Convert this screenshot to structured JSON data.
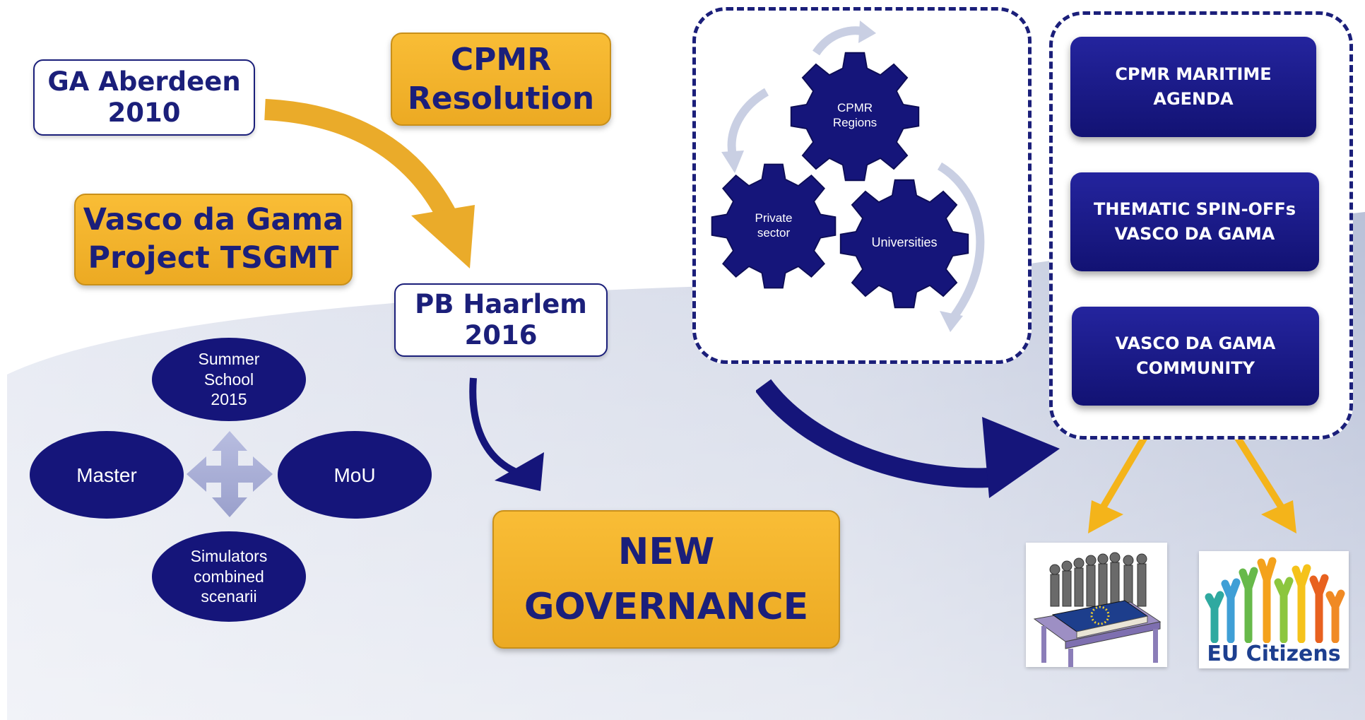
{
  "colors": {
    "navy": "#1b1f7a",
    "gold": "#f2b22c",
    "arrow_gold": "#f0b429",
    "background_wave": "#c9d0e2"
  },
  "boxes": {
    "ga_aberdeen": {
      "line1": "GA Aberdeen",
      "line2": "2010"
    },
    "cpmr_resolution": {
      "line1": "CPMR",
      "line2": "Resolution"
    },
    "vasco_project": {
      "line1": "Vasco da Gama",
      "line2": "Project TSGMT"
    },
    "pb_haarlem": {
      "line1": "PB Haarlem",
      "line2": "2016"
    },
    "new_governance": {
      "line1": "NEW",
      "line2": "GOVERNANCE"
    }
  },
  "ellipses": {
    "summer": {
      "line1": "Summer",
      "line2": "School",
      "line3": "2015"
    },
    "master": {
      "label": "Master"
    },
    "mou": {
      "label": "MoU"
    },
    "simulators": {
      "line1": "Simulators",
      "line2": "combined",
      "line3": "scenarii"
    }
  },
  "gears": {
    "cpmr": {
      "line1": "CPMR",
      "line2": "Regions"
    },
    "private": {
      "line1": "Private",
      "line2": "sector"
    },
    "universities": {
      "label": "Universities"
    }
  },
  "outputs": {
    "maritime": {
      "line1": "CPMR MARITIME",
      "line2": "AGENDA"
    },
    "spinoffs": {
      "line1": "THEMATIC SPIN-OFFs",
      "line2": "VASCO DA GAMA"
    },
    "community": {
      "line1": "VASCO DA GAMA",
      "line2": "COMMUNITY"
    }
  },
  "eu_citizens": {
    "label": "EU Citizens"
  },
  "icons": [
    "parliament-illustration",
    "eu-citizens-hands-logo",
    "four-way-arrow-icon",
    "gear-icon"
  ]
}
